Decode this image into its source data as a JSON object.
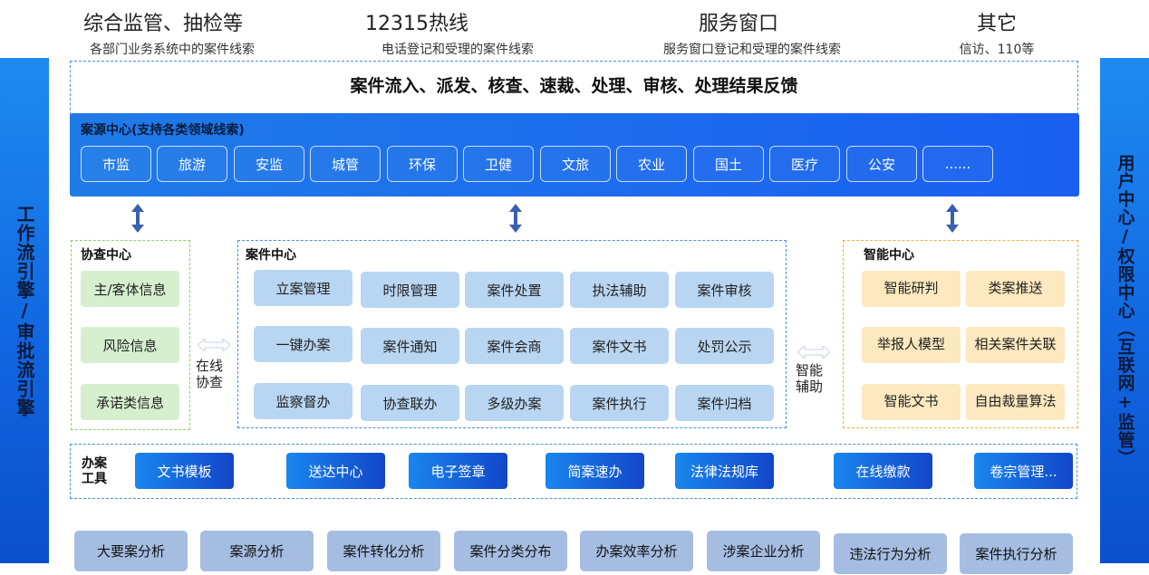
{
  "sources": [
    {
      "title": "综合监管、抽检等",
      "sub": "各部门业务系统中的案件线索"
    },
    {
      "title": "12315热线",
      "sub": "电话登记和受理的案件线索"
    },
    {
      "title": "服务窗口",
      "sub": "服务窗口登记和受理的案件线索"
    },
    {
      "title": "其它",
      "sub": "信访、110等"
    }
  ],
  "left_bar": "工作流引擎/审批流引擎",
  "right_bar": "用户中心/权限中心（互联网+监管）",
  "flow_title": "案件流入、派发、核查、速裁、处理、审核、处理结果反馈",
  "source_center": {
    "title": "案源中心(支持各类领域线索)",
    "domains": [
      "市监",
      "旅游",
      "安监",
      "城管",
      "环保",
      "卫健",
      "文旅",
      "农业",
      "国土",
      "医疗",
      "公安",
      "......"
    ]
  },
  "cooperation_center": {
    "title": "协查中心",
    "items": [
      "主/客体信息",
      "风险信息",
      "承诺类信息"
    ]
  },
  "online_link": "在线\n协查",
  "case_center": {
    "title": "案件中心",
    "items": [
      "立案管理",
      "时限管理",
      "案件处置",
      "执法辅助",
      "案件审核",
      "一键办案",
      "案件通知",
      "案件会商",
      "案件文书",
      "处罚公示",
      "监察督办",
      "协查联办",
      "多级办案",
      "案件执行",
      "案件归档"
    ]
  },
  "smart_link": "智能\n辅助",
  "smart_center": {
    "title": "智能中心",
    "items": [
      "智能研判",
      "类案推送",
      "举报人模型",
      "相关案件关联",
      "智能文书",
      "自由裁量算法"
    ]
  },
  "tools": {
    "title": "办案\n工具",
    "items": [
      "文书模板",
      "送达中心",
      "电子签章",
      "简案速办",
      "法律法规库",
      "在线缴款",
      "卷宗管理..."
    ]
  },
  "analysis": [
    "大要案分析",
    "案源分析",
    "案件转化分析",
    "案件分类分布",
    "办案效率分析",
    "涉案企业分析",
    "违法行为分析",
    "案件执行分析"
  ],
  "colors": {
    "accent_blue": "#1a5ff0",
    "green": "#d6f0cf",
    "light_blue": "#b8d6f2",
    "gold": "#fde9bf",
    "analysis": "#a6bde2"
  }
}
